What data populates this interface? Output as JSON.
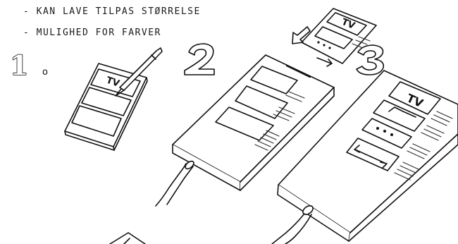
{
  "notes": [
    "- KAN LAVE TILPAS STØRRELSE",
    "- MULIGHED FOR FARVER"
  ],
  "steps": {
    "one": "1",
    "one_dot": "o",
    "two": "2",
    "three": "3"
  },
  "labels": {
    "card1_tv": "TV",
    "card2_tv": "TV",
    "remote3_tv": "TV"
  },
  "colors": {
    "ink": "#111111",
    "paper": "#ffffff",
    "hatch": "#333333"
  }
}
